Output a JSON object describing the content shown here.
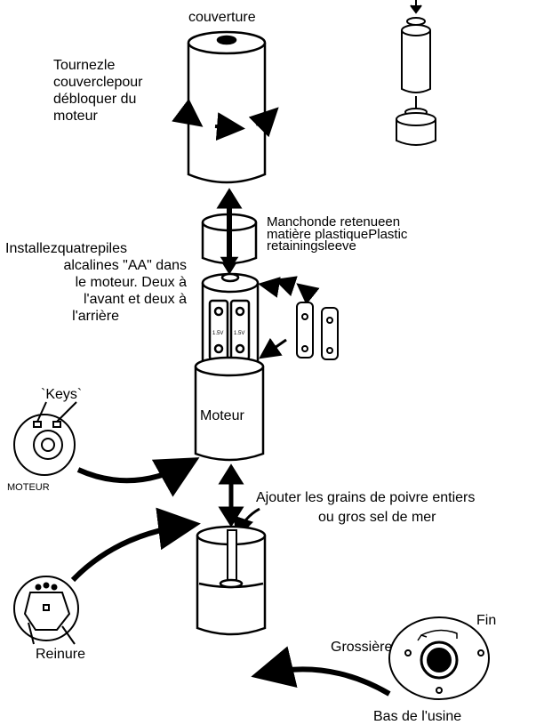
{
  "labels": {
    "cover": "couverture",
    "twist_line1": "Tournezle",
    "twist_line2": "couverclepour",
    "twist_line3": "débloquer du",
    "twist_line4": "moteur",
    "sleeve_line1": "Manchonde retenueen",
    "sleeve_line2": "matière plastiquePlastic",
    "sleeve_line3": "retainingsleeve",
    "batteries_line1": "Installezquatrepiles",
    "batteries_line2": "alcalines \"AA\" dans",
    "batteries_line3": "le moteur. Deux à",
    "batteries_line4": "l'avant et deux à",
    "batteries_line5": "l'arrière",
    "keys": "`Keys`",
    "motor": "Moteur",
    "motor_caps": "MOTEUR",
    "add_line1": "Ajouter les grains de poivre entiers",
    "add_line2": "ou gros sel de mer",
    "groove": "Reinure",
    "fine": "Fin",
    "coarse": "Grossière",
    "base": "Bas de l'usine",
    "battery_voltage": "1.5V"
  }
}
